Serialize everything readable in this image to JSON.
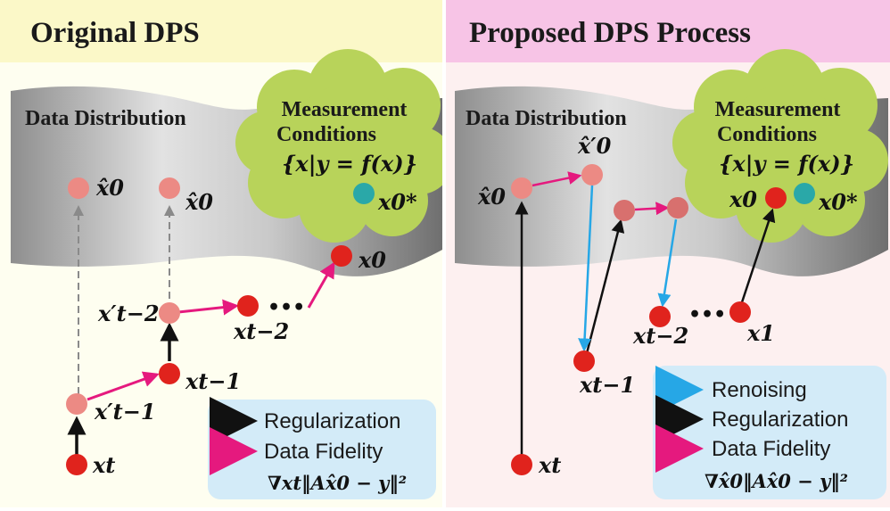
{
  "left_panel": {
    "title": "Original DPS",
    "distribution_label": "Data Distribution",
    "measurement_label_line1": "Measurement",
    "measurement_label_line2": "Conditions",
    "constraint_set": "{x|y = f(x)}",
    "nodes": {
      "x0_hat_a": "x̂0",
      "x0_hat_b": "x̂0",
      "x0_star": "x0*",
      "x0": "x0",
      "x_t2_prime": "x′t−2",
      "x_t2": "xt−2",
      "dots": "•••",
      "x_t1": "xt−1",
      "x_t1_prime": "x′t−1",
      "x_t": "xt"
    },
    "legend": {
      "regularization": "Regularization",
      "data_fidelity": "Data Fidelity",
      "gradient": "∇xt‖Ax̂0 − y‖²"
    }
  },
  "right_panel": {
    "title": "Proposed DPS Process",
    "distribution_label": "Data Distribution",
    "measurement_label_line1": "Measurement",
    "measurement_label_line2": "Conditions",
    "constraint_set": "{x|y = f(x)}",
    "nodes": {
      "x0_hat_prime": "x̂′0",
      "x0_hat": "x̂0",
      "x0": "x0",
      "x0_star": "x0*",
      "x_t2": "xt−2",
      "dots": "•••",
      "x_1": "x1",
      "x_t1": "xt−1",
      "x_t": "xt"
    },
    "legend": {
      "renoising": "Renoising",
      "regularization": "Regularization",
      "data_fidelity": "Data Fidelity",
      "gradient": "∇x̂0‖Ax̂0 − y‖²"
    }
  },
  "colors": {
    "left_bg": "#fefef0",
    "left_header": "#fbf8c8",
    "right_bg": "#fdf0f0",
    "right_header": "#f7c4e6",
    "legend_box": "#d3ebf8",
    "cloud": "#b8d35a",
    "point_red": "#e0231d",
    "point_pink": "#ec8a84",
    "point_teal": "#2aa8a8",
    "arrow_regularization": "#111111",
    "arrow_fidelity": "#e5197e",
    "arrow_renoising": "#26a7e6"
  }
}
